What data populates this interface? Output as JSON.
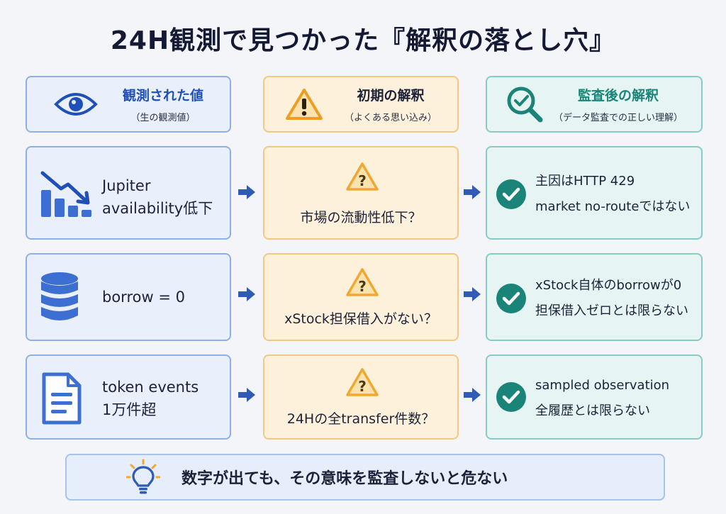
{
  "title": "24H観測で見つかった『解釈の落とし穴』",
  "headers": {
    "observed": {
      "title": "観測された値",
      "subtitle": "（生の観測値）",
      "icon": "eye-icon"
    },
    "initial": {
      "title": "初期の解釈",
      "subtitle": "（よくある思い込み）",
      "icon": "warning-icon"
    },
    "audited": {
      "title": "監査後の解釈",
      "subtitle": "（データ監査での正しい理解）",
      "icon": "magnifier-check-icon"
    }
  },
  "rows": [
    {
      "observed": [
        "Jupiter",
        "availability低下"
      ],
      "observed_icon": "declining-bar-chart-icon",
      "initial": "市場の流動性低下？",
      "audited": [
        "主因はHTTP 429",
        "market no-routeではない"
      ]
    },
    {
      "observed": [
        "borrow = 0"
      ],
      "observed_icon": "database-icon",
      "initial": "xStock担保借入がない？",
      "audited": [
        "xStock自体のborrowが0",
        "担保借入ゼロとは限らない"
      ]
    },
    {
      "observed": [
        "token events",
        "1万件超"
      ],
      "observed_icon": "document-icon",
      "initial": "24Hの全transfer件数？",
      "audited": [
        "sampled observation",
        "全履歴とは限らない"
      ]
    }
  ],
  "footer": {
    "text": "数字が出ても、その意味を監査しないと危ない",
    "icon": "lightbulb-icon"
  },
  "colors": {
    "blue": "#1f4fb8",
    "amber": "#f0a830",
    "teal": "#1b8478",
    "arrow": "#2f5bb7"
  }
}
